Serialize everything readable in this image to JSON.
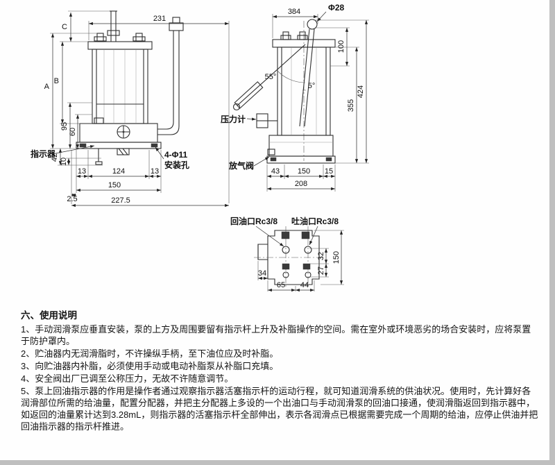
{
  "document": {
    "section_title": "六、使用说明",
    "instructions": [
      "1、手动润滑泵应垂直安装，泵的上方及周围要留有指示杆上升及补脂操作的空间。需在室外或环境恶劣的场合安装时，应将泵置于防护罩内。",
      "2、贮油器内无润滑脂时，不许操纵手柄，至下油位应及时补脂。",
      "3、向贮油器内补脂，必须使用手动或电动补脂泵从补脂口充填。",
      "4、安全阀出厂已调至公称压力，无故不许随意调节。",
      "5、泵上回油指示器的作用是操作者通过观察指示器活塞指示杆的运动行程，就可知道润滑系统的供油状况。使用时，先计算好各润滑部位所需的给油量，配置分配器，并把主分配器上多设的一个出油口与手动润滑泵的回油口接通，使润滑脂返回到指示器中，如返回的油量累计达到3.28mL，则指示器的活塞指示杆全部伸出，表示各润滑点已根据需要完成一个周期的给油，应停止供油并把回油指示器的指示杆推进。"
    ]
  },
  "front_view": {
    "callouts": {
      "indicator": "指示器",
      "mounting_hole_line1": "4-Φ11",
      "mounting_hole_line2": "安装孔"
    },
    "dims": {
      "width_top": "231",
      "dim_c": "C",
      "dim_b": "B",
      "dim_a": "A",
      "h95": "95",
      "h60": "60",
      "h42": "42",
      "h10": "10",
      "w13_left": "13",
      "w124": "124",
      "w13_right": "13",
      "w2_5": "2.5",
      "w150": "150",
      "w227_5": "227.5"
    }
  },
  "side_view": {
    "callouts": {
      "pressure_gauge": "压力计",
      "air_release_valve": "放气阀",
      "knob_diameter": "Φ28",
      "angle_55": "55°",
      "angle_5": "5°"
    },
    "dims": {
      "width_top": "384",
      "h100": "100",
      "h355": "355",
      "h424": "424",
      "w43": "43",
      "w150": "150",
      "w15": "15",
      "w208": "208"
    }
  },
  "bottom_view": {
    "callouts": {
      "return_port": "回油口Rc3/8",
      "outlet_port": "吐油口Rc3/8"
    },
    "dims": {
      "w34": "34",
      "w65": "65",
      "w44": "44",
      "h32": "32",
      "h27": "27",
      "h150": "150"
    }
  }
}
